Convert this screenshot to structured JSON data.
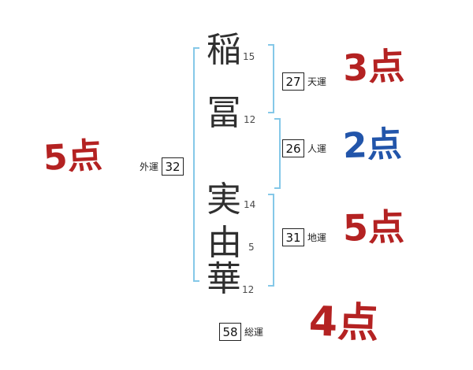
{
  "name": {
    "chars": [
      {
        "char": "稲",
        "strokes": "15"
      },
      {
        "char": "冨",
        "strokes": "12"
      },
      {
        "char": "実",
        "strokes": "14"
      },
      {
        "char": "由",
        "strokes": "5"
      },
      {
        "char": "華",
        "strokes": "12"
      }
    ]
  },
  "fortunes": {
    "ten": {
      "value": "27",
      "label": "天運",
      "score": "3点"
    },
    "jin": {
      "value": "26",
      "label": "人運",
      "score": "2点"
    },
    "chi": {
      "value": "31",
      "label": "地運",
      "score": "5点"
    },
    "sou": {
      "value": "58",
      "label": "総運",
      "score": "4点"
    },
    "gai": {
      "value": "32",
      "label": "外運",
      "score": "5点"
    }
  },
  "colors": {
    "score_red": "#b42222",
    "score_blue": "#2255aa",
    "bracket_blue": "#85c8e8",
    "text_dark": "#333333"
  }
}
